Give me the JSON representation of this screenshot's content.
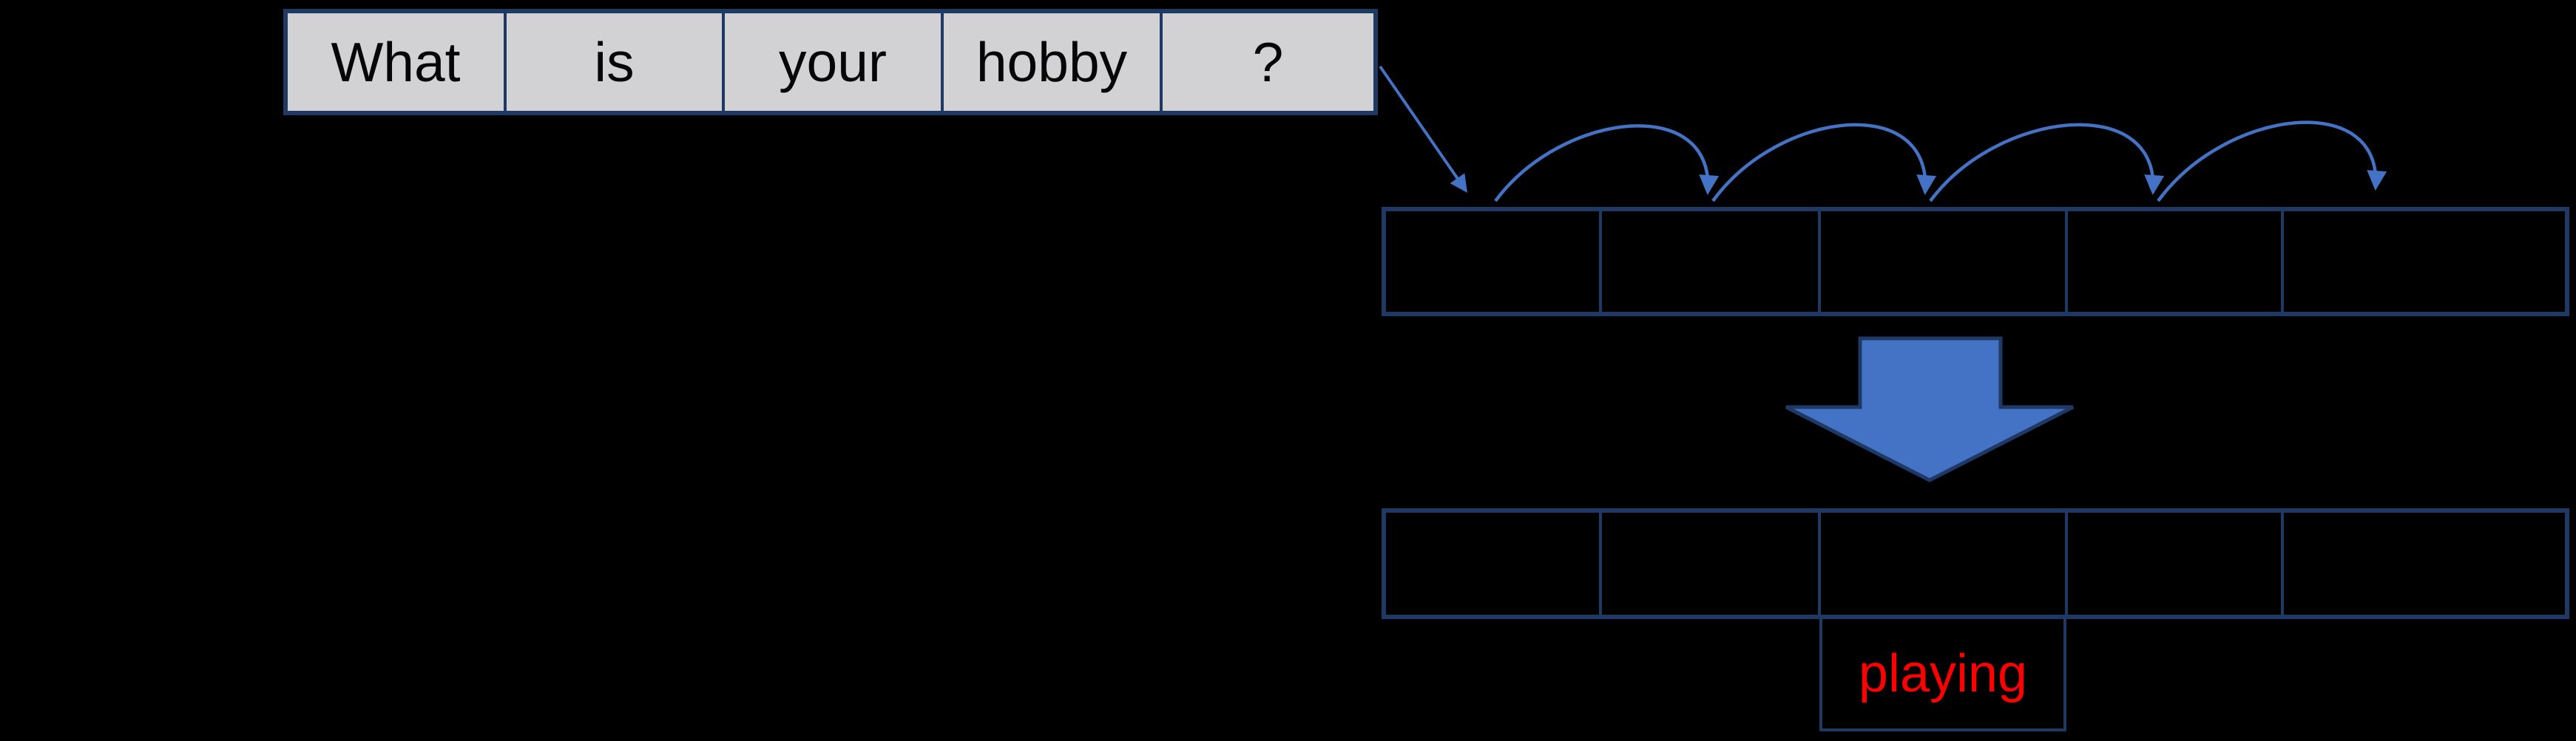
{
  "colors": {
    "background": "#000000",
    "box_border": "#1f3864",
    "word_fill": "#d2d2d4",
    "word_text": "#060606",
    "arrow_blue": "#4472c4",
    "output_text": "#ff0000"
  },
  "sentence": {
    "words": [
      "What",
      "is",
      "your",
      "hobby",
      "?"
    ]
  },
  "upper_row": {
    "cell_count": 5
  },
  "lower_row": {
    "cell_count": 5
  },
  "output": {
    "label": "playing"
  }
}
